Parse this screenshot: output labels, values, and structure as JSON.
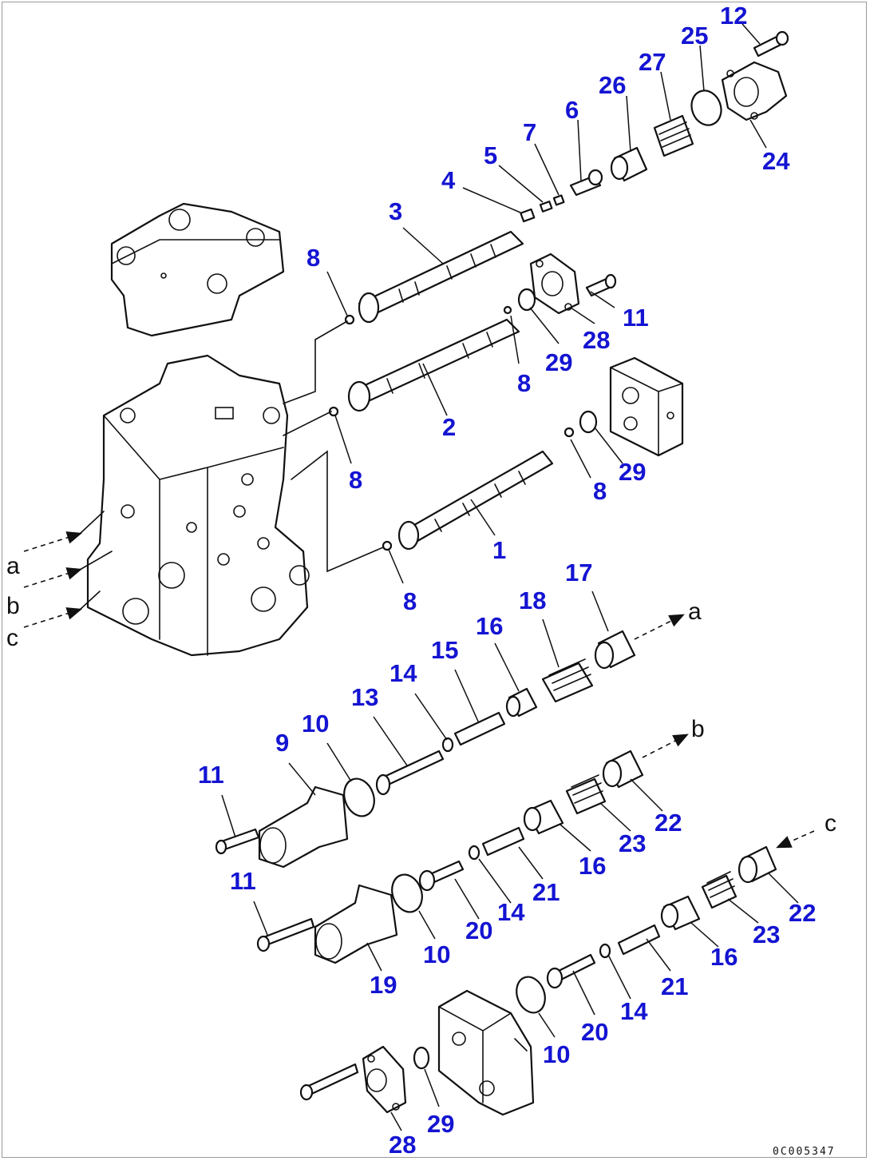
{
  "diagram": {
    "code": "0C005347",
    "flow_labels": {
      "a": "a",
      "b": "b",
      "c": "c"
    },
    "callouts": [
      "1",
      "2",
      "3",
      "4",
      "5",
      "6",
      "7",
      "8",
      "9",
      "10",
      "11",
      "12",
      "13",
      "14",
      "15",
      "16",
      "17",
      "18",
      "19",
      "20",
      "21",
      "22",
      "23",
      "24",
      "25",
      "26",
      "27",
      "28",
      "29"
    ]
  }
}
